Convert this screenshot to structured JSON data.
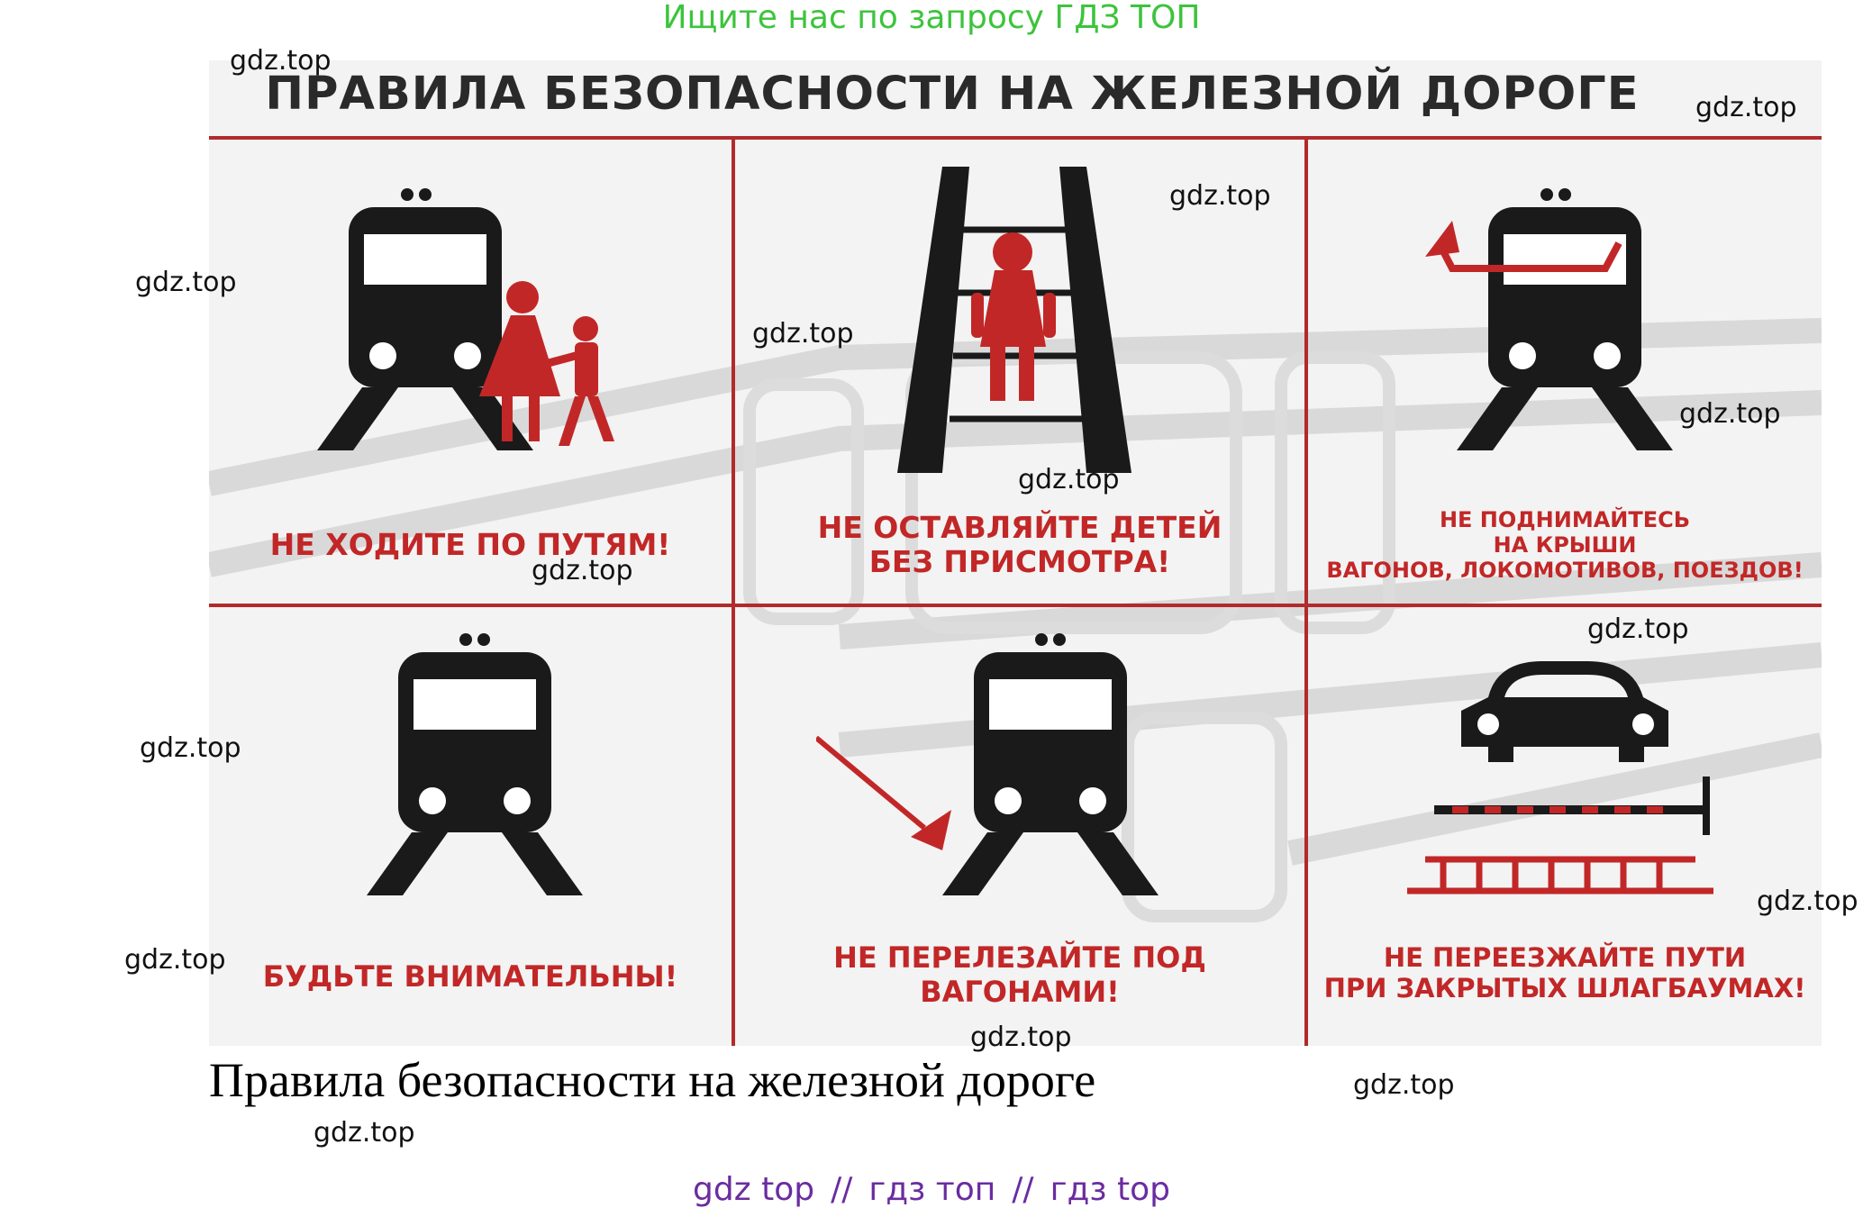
{
  "banner": "Ищите нас по запросу ГДЗ ТОП",
  "poster": {
    "title": "ПРАВИЛА БЕЗОПАСНОСТИ НА ЖЕЛЕЗНОЙ ДОРОГЕ",
    "panels": [
      {
        "caption": [
          "НЕ ХОДИТЕ ПО ПУТЯМ!"
        ]
      },
      {
        "caption": [
          "НЕ ОСТАВЛЯЙТЕ ДЕТЕЙ",
          "БЕЗ ПРИСМОТРА!"
        ]
      },
      {
        "caption": [
          "НЕ ПОДНИМАЙТЕСЬ",
          "НА КРЫШИ",
          "ВАГОНОВ, ЛОКОМОТИВОВ, ПОЕЗДОВ!"
        ]
      },
      {
        "caption": [
          "БУДЬТЕ ВНИМАТЕЛЬНЫ!"
        ]
      },
      {
        "caption": [
          "НЕ ПЕРЕЛЕЗАЙТЕ ПОД",
          "ВАГОНАМИ!"
        ]
      },
      {
        "caption": [
          "НЕ ПЕРЕЕЗЖАЙТЕ ПУТИ",
          "ПРИ ЗАКРЫТЫХ ШЛАГБАУМАХ!"
        ]
      }
    ],
    "colors": {
      "accent": "#c22727",
      "dark": "#1a1a1a",
      "background": "#f3f3f3"
    }
  },
  "caption": "Правила безопасности на железной дороге",
  "watermark": "gdz.top",
  "footer": {
    "item1": "gdz top",
    "sep": "//",
    "item2": "гдз топ",
    "item3": "гдз top"
  }
}
